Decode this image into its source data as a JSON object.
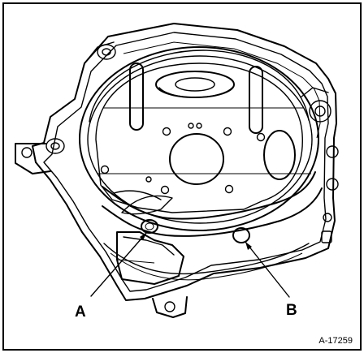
{
  "labels": {
    "callout_a": "A",
    "callout_b": "B",
    "figure_ref": "A-17259"
  },
  "colors": {
    "line": "#000000",
    "background": "#ffffff"
  }
}
